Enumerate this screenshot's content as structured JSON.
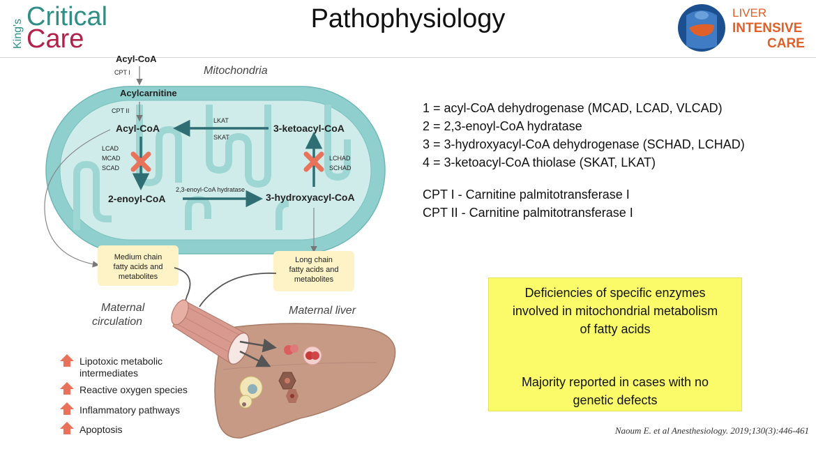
{
  "header": {
    "title": "Pathophysiology",
    "left_logo": {
      "line1": "King's",
      "line2": "Critical",
      "line3": "Care"
    },
    "right_logo": {
      "line1": "LIVER",
      "line2": "INTENSIVE",
      "line3": "CARE"
    }
  },
  "diagram": {
    "top_acyl_coa": "Acyl-CoA",
    "cpt1": "CPT I",
    "mitochondria_label": "Mitochondria",
    "acylcarnitine": "Acylcarnitine",
    "cpt2": "CPT II",
    "acyl_coa": "Acyl-CoA",
    "ketoacyl_coa": "3-ketoacyl-CoA",
    "lkat": "LKAT",
    "skat": "SKAT",
    "lcad": "LCAD",
    "mcad": "MCAD",
    "scad": "SCAD",
    "lchad": "LCHAD",
    "schad": "SCHAD",
    "enoyl_coa": "2-enoyl-CoA",
    "hydratase": "2,3-enoyl-CoA hydratase",
    "hydroxyacyl_coa": "3-hydroxyacyl-CoA",
    "medium_chain": [
      "Medium chain",
      "fatty acids and",
      "metabolites"
    ],
    "long_chain": [
      "Long chain",
      "fatty acids and",
      "metabolites"
    ],
    "maternal_circulation": [
      "Maternal",
      "circulation"
    ],
    "maternal_liver": "Maternal liver",
    "outcomes": [
      [
        "Lipotoxic metabolic",
        "intermediates"
      ],
      [
        "Reactive oxygen species"
      ],
      [
        "Inflammatory pathways"
      ],
      [
        "Apoptosis"
      ]
    ],
    "colors": {
      "mito_outer": "#8fcfcd",
      "mito_inner": "#cfeceb",
      "arrow": "#2f6f73",
      "block": "#e8735a",
      "liver": "#c79a86",
      "vessel": "#d89a8e",
      "highlight": "#fdf3c7"
    }
  },
  "legend": {
    "items": [
      "1 = acyl-CoA dehydrogenase (MCAD, LCAD, VLCAD)",
      "2 = 2,3-enoyl-CoA hydratase",
      "3 = 3-hydroxyacyl-CoA dehydrogenase (SCHAD, LCHAD)",
      "4 = 3-ketoacyl-CoA thiolase (SKAT, LKAT)"
    ],
    "cpt_items": [
      "CPT I - Carnitine palmitotransferase I",
      "CPT II - Carnitine palmitotransferase I"
    ]
  },
  "callout": {
    "line1": [
      "Deficiencies of specific enzymes",
      "involved in mitochondrial metabolism",
      "of fatty acids"
    ],
    "line2": [
      "Majority reported in cases with no",
      "genetic defects"
    ]
  },
  "citation": "Naoum E. et al Anesthesiology. 2019;130(3):446-461"
}
